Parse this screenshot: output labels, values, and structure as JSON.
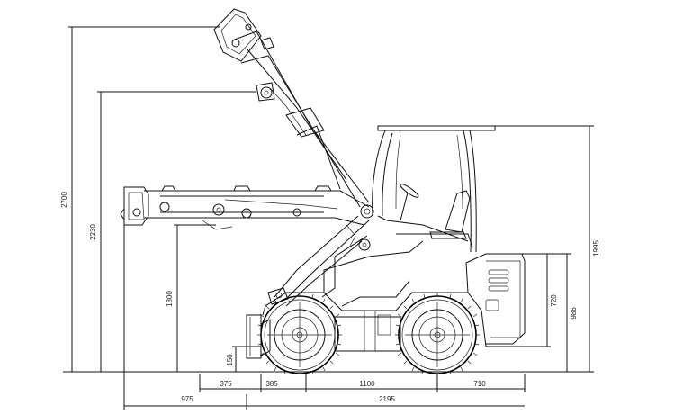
{
  "dimensions": {
    "total_height": "2700",
    "hinge_height": "2230",
    "reach_height": "1800",
    "cab_height": "1995",
    "body_height": "986",
    "rear_height": "720",
    "bucket_depth": "150",
    "bucket_offset": "375",
    "front_overhang": "385",
    "wheelbase": "1100",
    "rear_overhang": "710",
    "bucket_reach": "975",
    "machine_length": "2195"
  }
}
